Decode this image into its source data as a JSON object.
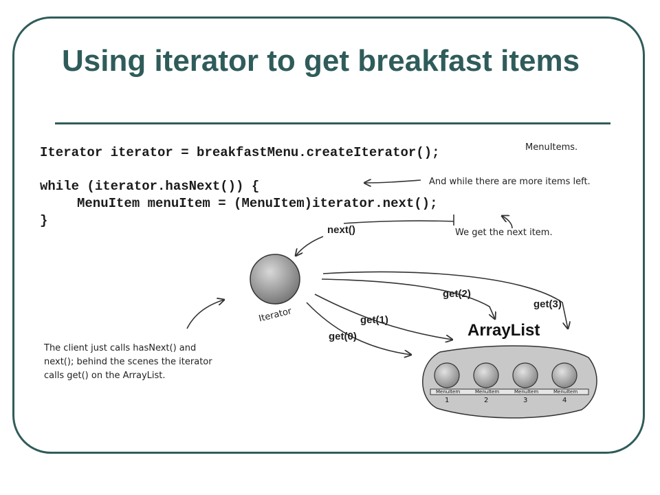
{
  "slide": {
    "title": "Using iterator to get breakfast items"
  },
  "code": {
    "line1": "Iterator iterator = breakfastMenu.createIterator();",
    "line2": "while (iterator.hasNext()) {",
    "line3": "MenuItem menuItem = (MenuItem)iterator.next();",
    "line4": "}"
  },
  "annotations": {
    "menuitems_note": "MenuItems.",
    "while_note": "And while there are more items left.",
    "next_note": "We get the next item.",
    "client_note_line1": "The client just calls hasNext() and",
    "client_note_line2": "next(); behind the scenes the iterator",
    "client_note_line3": "calls get() on the ArrayList."
  },
  "diagram": {
    "iterator_label": "Iterator",
    "next_call": "next()",
    "get_calls": [
      "get(0)",
      "get(1)",
      "get(2)",
      "get(3)"
    ],
    "arraylist_label": "ArrayList",
    "items": [
      {
        "label": "MenuItem",
        "index": "1"
      },
      {
        "label": "MenuItem",
        "index": "2"
      },
      {
        "label": "MenuItem",
        "index": "3"
      },
      {
        "label": "MenuItem",
        "index": "4"
      }
    ]
  },
  "colors": {
    "accent": "#2f5c5a"
  }
}
